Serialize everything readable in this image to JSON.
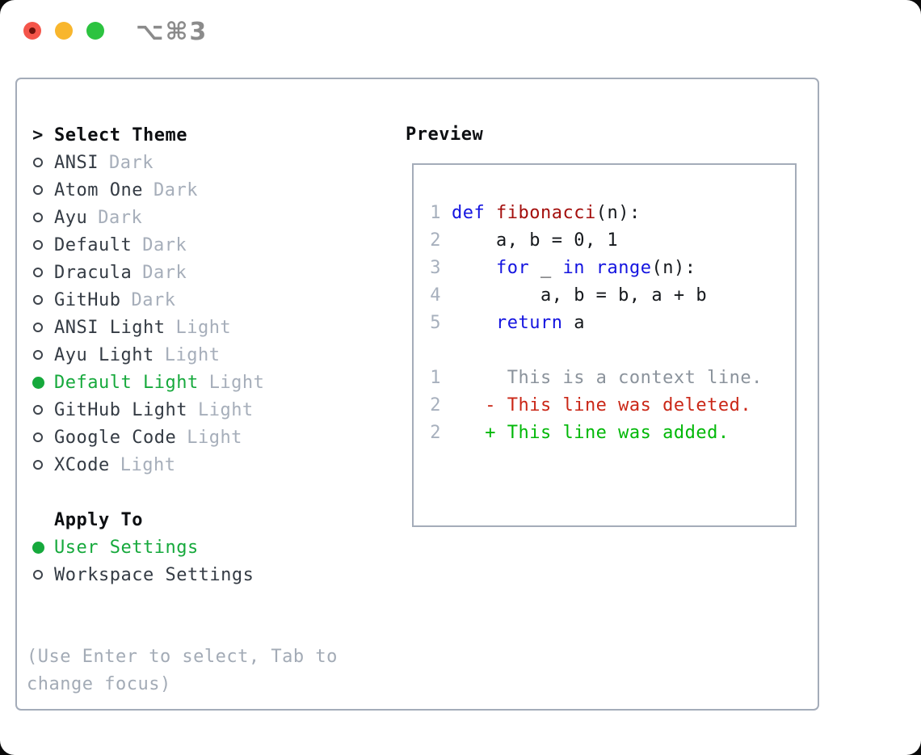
{
  "window": {
    "title_shortcut": "⌥⌘3"
  },
  "colors": {
    "green_selected": "#16a93c",
    "green_added": "#00b807",
    "red_deleted": "#ca2717",
    "red_function": "#a40f0d",
    "blue_keyword": "#1414e0",
    "traffic_red": "#f4554a",
    "traffic_yellow": "#f8b62d",
    "traffic_green": "#2cc340"
  },
  "theme_list": {
    "cursor": ">",
    "header": "Select Theme",
    "items": [
      {
        "name": "ANSI",
        "variant": "Dark",
        "selected": false
      },
      {
        "name": "Atom One",
        "variant": "Dark",
        "selected": false
      },
      {
        "name": "Ayu",
        "variant": "Dark",
        "selected": false
      },
      {
        "name": "Default",
        "variant": "Dark",
        "selected": false
      },
      {
        "name": "Dracula",
        "variant": "Dark",
        "selected": false
      },
      {
        "name": "GitHub",
        "variant": "Dark",
        "selected": false
      },
      {
        "name": "ANSI Light",
        "variant": "Light",
        "selected": false
      },
      {
        "name": "Ayu Light",
        "variant": "Light",
        "selected": false
      },
      {
        "name": "Default Light",
        "variant": "Light",
        "selected": true
      },
      {
        "name": "GitHub Light",
        "variant": "Light",
        "selected": false
      },
      {
        "name": "Google Code",
        "variant": "Light",
        "selected": false
      },
      {
        "name": "XCode",
        "variant": "Light",
        "selected": false
      }
    ]
  },
  "apply_to": {
    "header": "Apply To",
    "options": [
      {
        "label": "User Settings",
        "selected": true
      },
      {
        "label": "Workspace Settings",
        "selected": false
      }
    ]
  },
  "help_text": "(Use Enter to select, Tab to change focus)",
  "preview": {
    "title": "Preview",
    "lines": [
      {
        "num": "1",
        "segments": [
          {
            "t": "def",
            "c": "kw"
          },
          {
            "t": " ",
            "c": "pl"
          },
          {
            "t": "fibonacci",
            "c": "fn"
          },
          {
            "t": "(n):",
            "c": "pl"
          }
        ]
      },
      {
        "num": "2",
        "segments": [
          {
            "t": "    a, b = 0, 1",
            "c": "pl"
          }
        ]
      },
      {
        "num": "3",
        "segments": [
          {
            "t": "    ",
            "c": "pl"
          },
          {
            "t": "for",
            "c": "kw"
          },
          {
            "t": " _ ",
            "c": "pl"
          },
          {
            "t": "in",
            "c": "kw"
          },
          {
            "t": " ",
            "c": "pl"
          },
          {
            "t": "range",
            "c": "kw"
          },
          {
            "t": "(n):",
            "c": "pl"
          }
        ]
      },
      {
        "num": "4",
        "segments": [
          {
            "t": "        a, b = b, a + b",
            "c": "pl"
          }
        ]
      },
      {
        "num": "5",
        "segments": [
          {
            "t": "    ",
            "c": "pl"
          },
          {
            "t": "return",
            "c": "kw"
          },
          {
            "t": " a",
            "c": "pl"
          }
        ]
      },
      {
        "num": "",
        "segments": []
      },
      {
        "num": "1",
        "segments": [
          {
            "t": "     This is a context line.",
            "c": "ctx"
          }
        ]
      },
      {
        "num": "2",
        "segments": [
          {
            "t": "   - This line was deleted.",
            "c": "del"
          }
        ]
      },
      {
        "num": "2",
        "segments": [
          {
            "t": "   + This line was added.",
            "c": "add"
          }
        ]
      }
    ]
  }
}
